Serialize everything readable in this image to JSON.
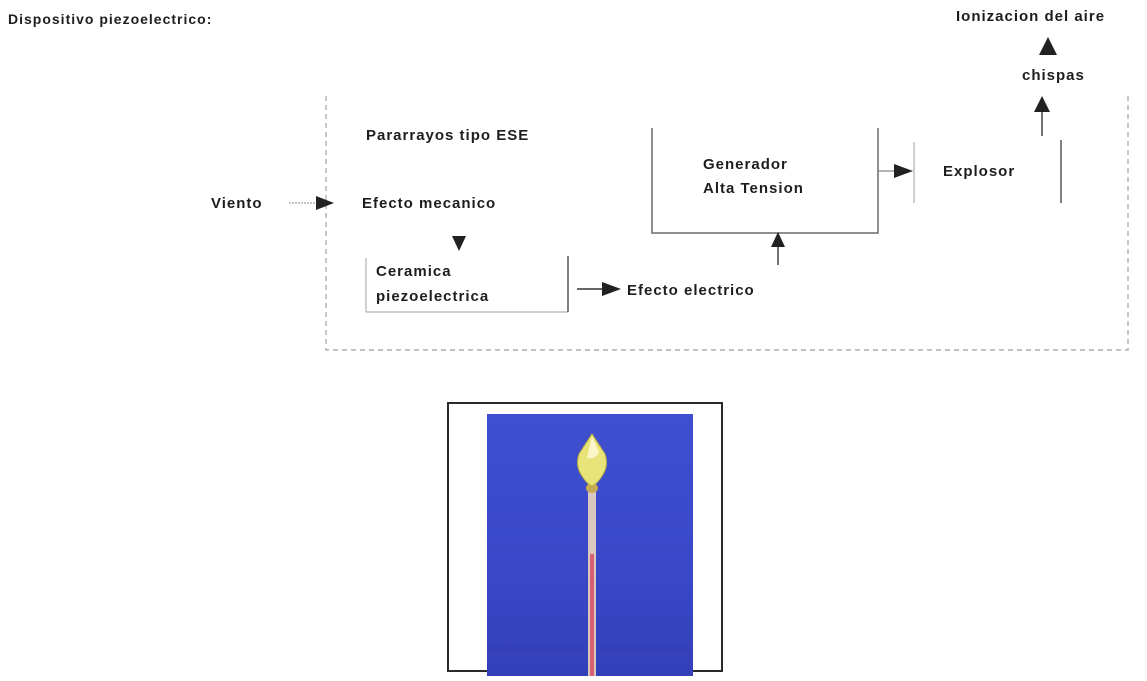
{
  "title": "Dispositivo piezoelectrico:",
  "top_right": {
    "ionization": "Ionizacion del aire",
    "sparks": "chispas"
  },
  "diagram": {
    "frame_label": "Pararrayos tipo ESE",
    "wind": "Viento",
    "mechanical_effect": "Efecto mecanico",
    "ceramic_line1": "Ceramica",
    "ceramic_line2": "piezoelectrica",
    "electric_effect": "Efecto electrico",
    "generator_line1": "Generador",
    "generator_line2": "Alta Tension",
    "explosor": "Explosor"
  },
  "colors": {
    "text": "#1e1e1e",
    "line": "#555555",
    "dashed": "#9a9a9a",
    "photo_background": "#3a48c8",
    "rod_tip": "#e8e070"
  }
}
